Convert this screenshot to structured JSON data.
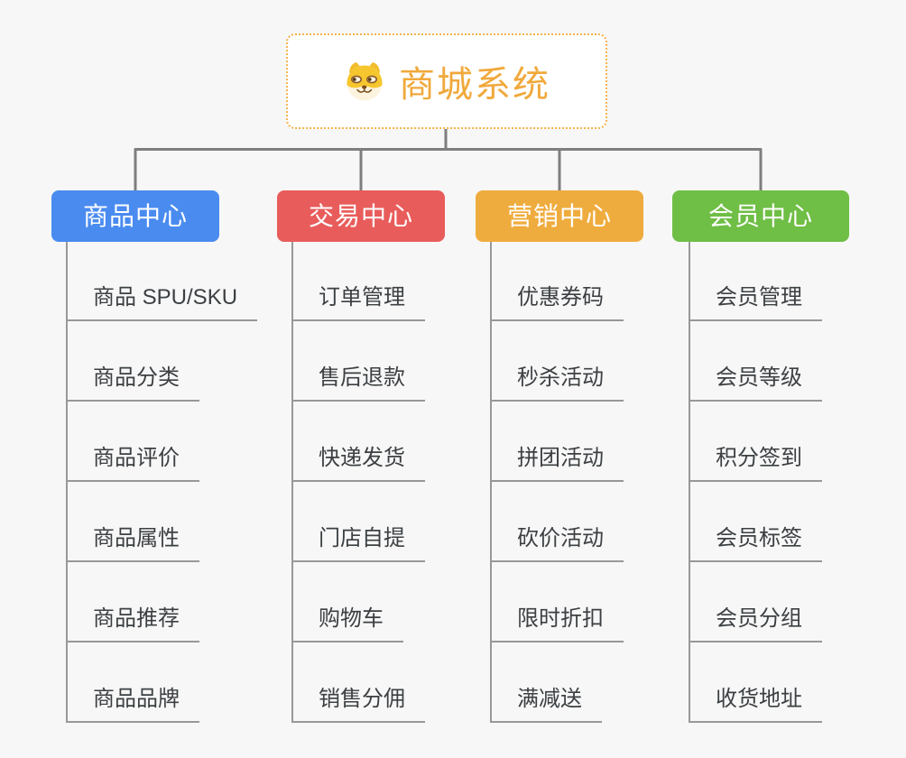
{
  "app": {
    "background": "#f7f7f7"
  },
  "root": {
    "label": "商城系统",
    "icon": "doge-icon",
    "text_color": "#f0a93c",
    "border_color": "#f5b24a"
  },
  "branches": [
    {
      "label": "商品中心",
      "color": "#4a8bf0",
      "children": [
        "商品 SPU/SKU",
        "商品分类",
        "商品评价",
        "商品属性",
        "商品推荐",
        "商品品牌"
      ]
    },
    {
      "label": "交易中心",
      "color": "#e85d5b",
      "children": [
        "订单管理",
        "售后退款",
        "快递发货",
        "门店自提",
        "购物车",
        "销售分佣"
      ]
    },
    {
      "label": "营销中心",
      "color": "#efac3e",
      "children": [
        "优惠券码",
        "秒杀活动",
        "拼团活动",
        "砍价活动",
        "限时折扣",
        "满减送"
      ]
    },
    {
      "label": "会员中心",
      "color": "#6fbe45",
      "children": [
        "会员管理",
        "会员等级",
        "积分签到",
        "会员标签",
        "会员分组",
        "收货地址"
      ]
    }
  ],
  "palette": {
    "connector_line": "#7e7e7e",
    "subtopic_line": "#989898",
    "subtopic_text": "#3c4043"
  }
}
